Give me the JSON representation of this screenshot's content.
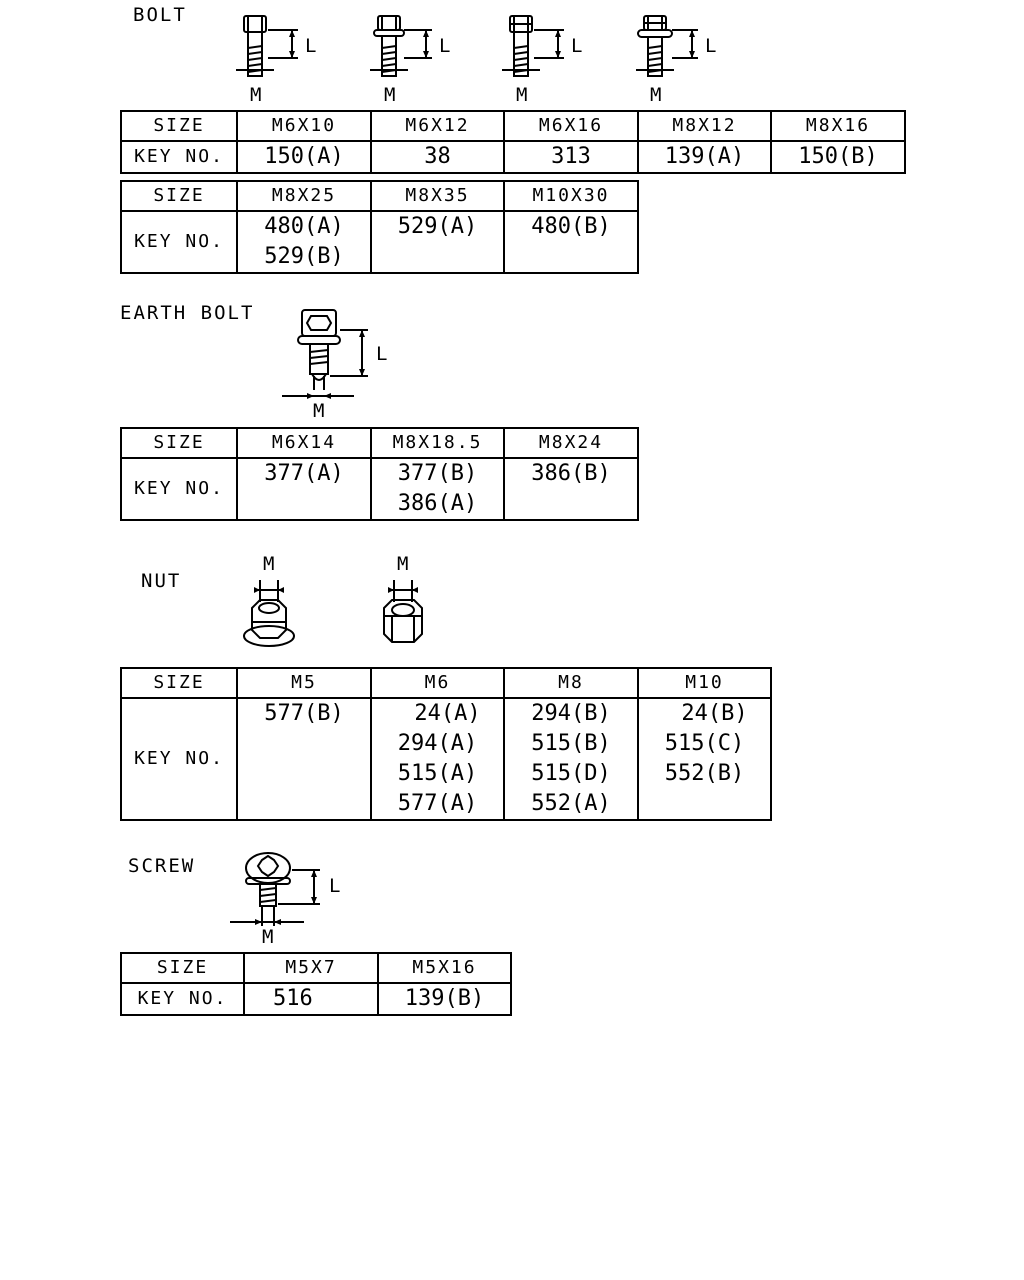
{
  "sections": {
    "bolt": {
      "title": "BOLT",
      "dim_L": "L",
      "dim_M": "M",
      "table1": {
        "size_label": "SIZE",
        "key_label": "KEY NO.",
        "sizes": [
          "M6X10",
          "M6X12",
          "M6X16",
          "M8X12",
          "M8X16"
        ],
        "keys": [
          [
            "150(A)"
          ],
          [
            "38"
          ],
          [
            "313"
          ],
          [
            "139(A)"
          ],
          [
            "150(B)"
          ]
        ]
      },
      "table2": {
        "size_label": "SIZE",
        "key_label": "KEY NO.",
        "sizes": [
          "M8X25",
          "M8X35",
          "M10X30"
        ],
        "keys": [
          [
            "480(A)",
            "529(B)"
          ],
          [
            "529(A)"
          ],
          [
            "480(B)"
          ]
        ]
      }
    },
    "earth_bolt": {
      "title": "EARTH BOLT",
      "dim_L": "L",
      "dim_M": "M",
      "table": {
        "size_label": "SIZE",
        "key_label": "KEY NO.",
        "sizes": [
          "M6X14",
          "M8X18.5",
          "M8X24"
        ],
        "keys": [
          [
            "377(A)"
          ],
          [
            "377(B)",
            "386(A)"
          ],
          [
            "386(B)"
          ]
        ]
      }
    },
    "nut": {
      "title": "NUT",
      "dim_M": "M",
      "table": {
        "size_label": "SIZE",
        "key_label": "KEY NO.",
        "sizes": [
          "M5",
          "M6",
          "M8",
          "M10"
        ],
        "keys": [
          [
            "577(B)"
          ],
          [
            "24(A)",
            "294(A)",
            "515(A)",
            "577(A)"
          ],
          [
            "294(B)",
            "515(B)",
            "515(D)",
            "552(A)"
          ],
          [
            "24(B)",
            "515(C)",
            "552(B)"
          ]
        ]
      }
    },
    "screw": {
      "title": "SCREW",
      "dim_L": "L",
      "dim_M": "M",
      "table": {
        "size_label": "SIZE",
        "key_label": "KEY NO.",
        "sizes": [
          "M5X7",
          "M5X16"
        ],
        "keys": [
          [
            "516"
          ],
          [
            "139(B)"
          ]
        ]
      }
    }
  }
}
